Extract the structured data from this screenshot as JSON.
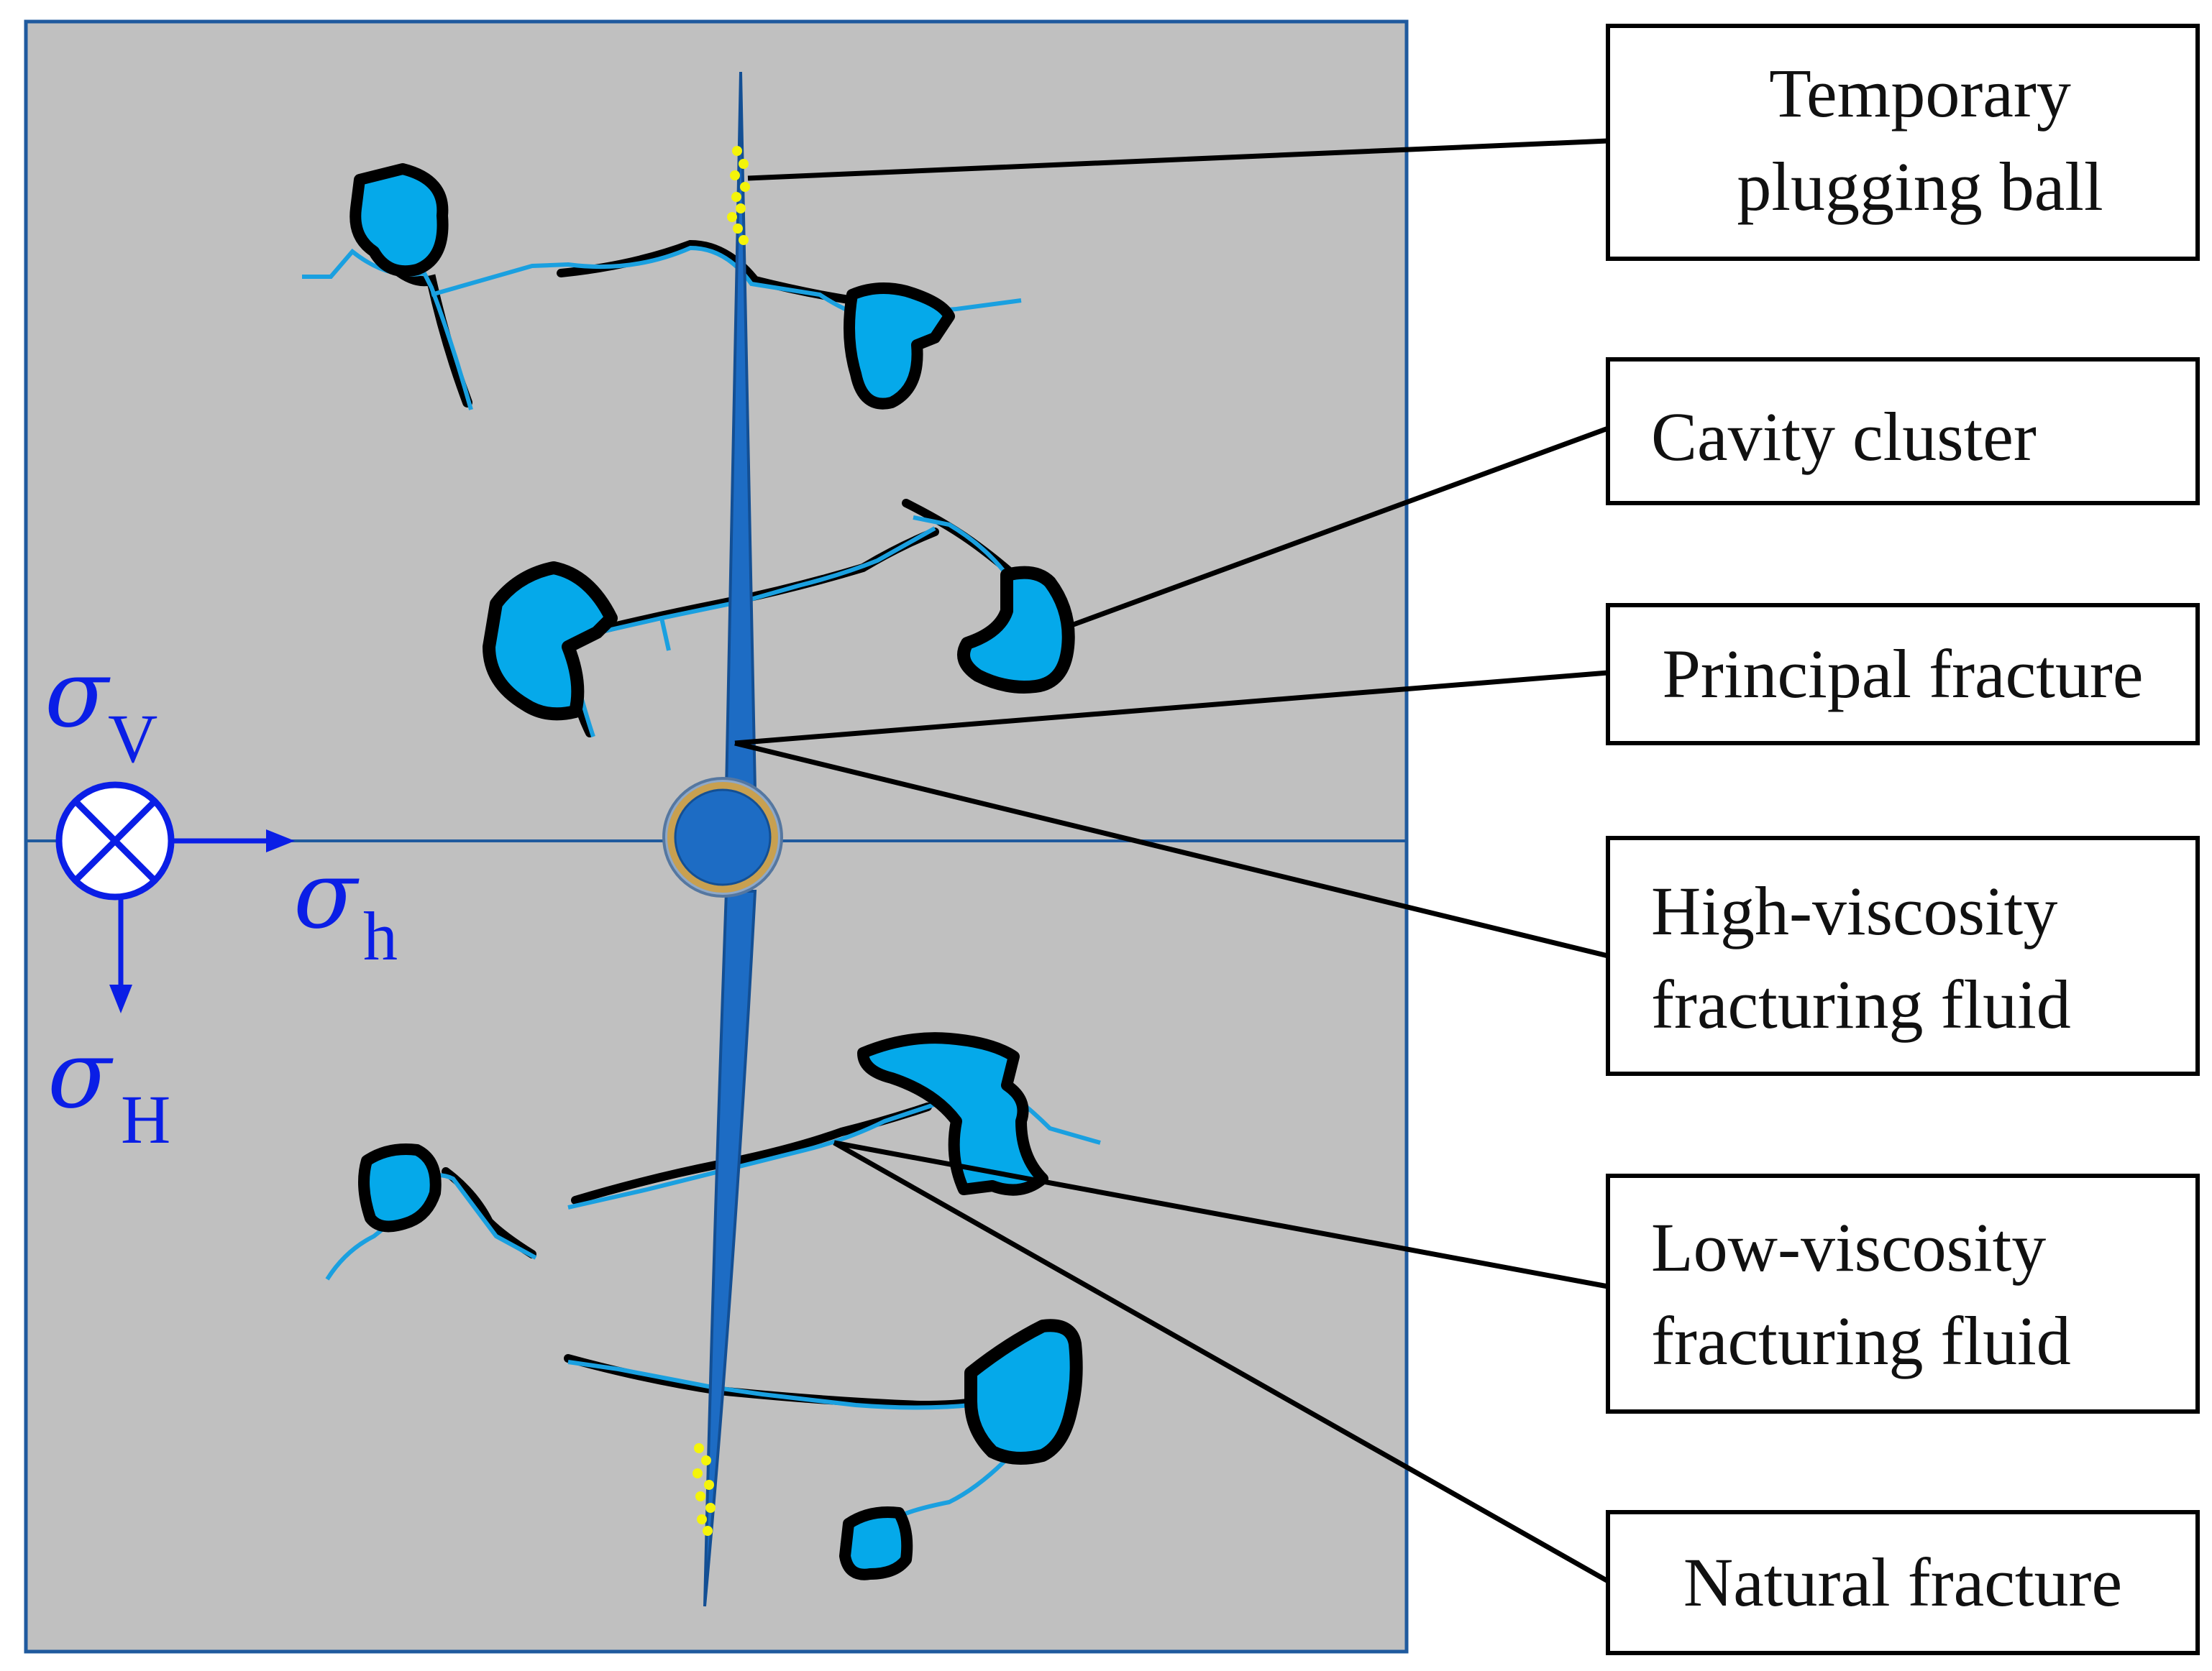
{
  "labels": {
    "temporary_plugging_ball": [
      "Temporary",
      "plugging ball"
    ],
    "cavity_cluster": "Cavity cluster",
    "principal_fracture": "Principal fracture",
    "high_viscosity_fluid": [
      "High-viscosity",
      "fracturing fluid"
    ],
    "low_viscosity_fluid": [
      "Low-viscosity",
      "fracturing fluid"
    ],
    "natural_fracture": "Natural fracture"
  },
  "stress": {
    "symbol": "σ",
    "vertical_sub": "V",
    "min_horizontal_sub": "h",
    "max_horizontal_sub": "H"
  },
  "colors": {
    "rock_matrix": "#c0c0c0",
    "border": "#1f5a9e",
    "principal_fracture": "#1d6cc4",
    "cavity_fill": "#05a9ea",
    "cavity_outline": "#000000",
    "low_viscosity_fluid": "#1aa0e0",
    "plugging_ball": "#f4f40a",
    "wellbore_ring": "#c8a050",
    "stress_arrows": "#0a1ee6"
  }
}
